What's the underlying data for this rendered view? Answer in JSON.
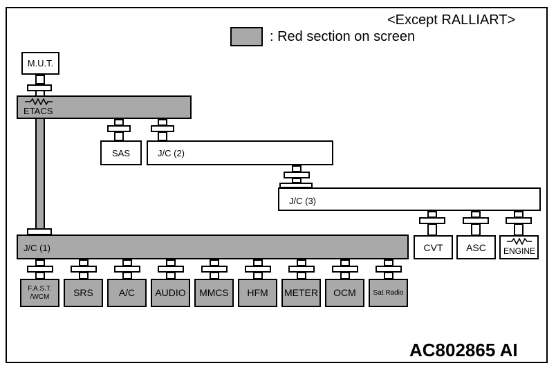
{
  "header": {
    "variant_note": "<Except RALLIART>",
    "legend_text": ": Red section on screen",
    "legend_color": "#a9a9a9"
  },
  "nodes": {
    "mut": "M.U.T.",
    "etacs": "ETACS",
    "sas": "SAS",
    "jc2": "J/C (2)",
    "jc3": "J/C (3)",
    "jc1": "J/C (1)",
    "cvt": "CVT",
    "asc": "ASC",
    "engine": "ENGINE"
  },
  "jc1_modules": [
    {
      "label": "F.A.S.T.\n/WCM",
      "highlighted": true
    },
    {
      "label": "SRS",
      "highlighted": true
    },
    {
      "label": "A/C",
      "highlighted": true
    },
    {
      "label": "AUDIO",
      "highlighted": true
    },
    {
      "label": "MMCS",
      "highlighted": true
    },
    {
      "label": "HFM",
      "highlighted": true
    },
    {
      "label": "METER",
      "highlighted": true
    },
    {
      "label": "OCM",
      "highlighted": true
    },
    {
      "label": "Sat Radio",
      "highlighted": true
    }
  ],
  "figure_id": "AC802865 AI"
}
